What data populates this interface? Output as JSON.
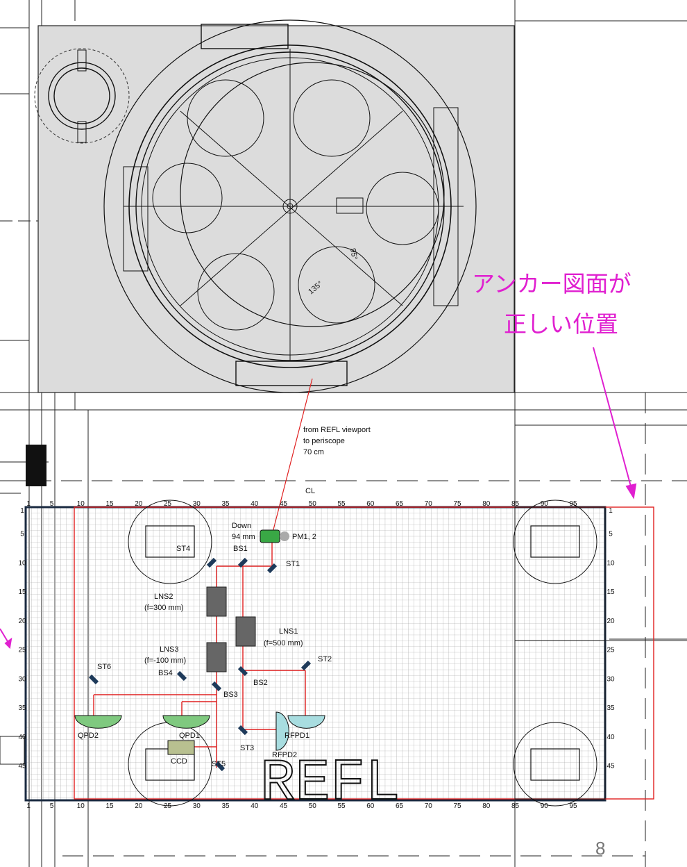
{
  "annotation": {
    "line1": "アンカー図面が",
    "line2": "正しい位置"
  },
  "page_number": "8",
  "centerline_label": "CL",
  "periscope_note": [
    "from REFL viewport",
    "to periscope",
    "70 cm"
  ],
  "table": {
    "x_ticks": [
      "1",
      "5",
      "10",
      "15",
      "20",
      "25",
      "30",
      "35",
      "40",
      "45",
      "50",
      "55",
      "60",
      "65",
      "70",
      "75",
      "80",
      "85",
      "90",
      "95"
    ],
    "y_ticks": [
      "1",
      "5",
      "10",
      "15",
      "20",
      "25",
      "30",
      "35",
      "40",
      "45"
    ],
    "title": "REFL"
  },
  "components": {
    "down": "Down",
    "down_dist": "94 mm",
    "pm": "PM1, 2",
    "bs1": "BS1",
    "st4": "ST4",
    "st1": "ST1",
    "lns2": "LNS2",
    "lns2_f": "(f=300 mm)",
    "lns1": "LNS1",
    "lns1_f": "(f=500 mm)",
    "lns3": "LNS3",
    "lns3_f": "(f=-100 mm)",
    "st6": "ST6",
    "bs4": "BS4",
    "st2": "ST2",
    "bs2": "BS2",
    "bs3": "BS3",
    "qpd2": "QPD2",
    "qpd1": "QPD1",
    "rfpd1": "RFPD1",
    "rfpd2": "RFPD2",
    "st3": "ST3",
    "st5": "ST5",
    "ccd": "CCD"
  },
  "colors": {
    "annotation": "#e020d0",
    "beam": "#e02020",
    "qpd_fill": "#7fc97f",
    "rfpd_fill": "#a8dde0",
    "chamber_bg": "#dcdcdc"
  }
}
